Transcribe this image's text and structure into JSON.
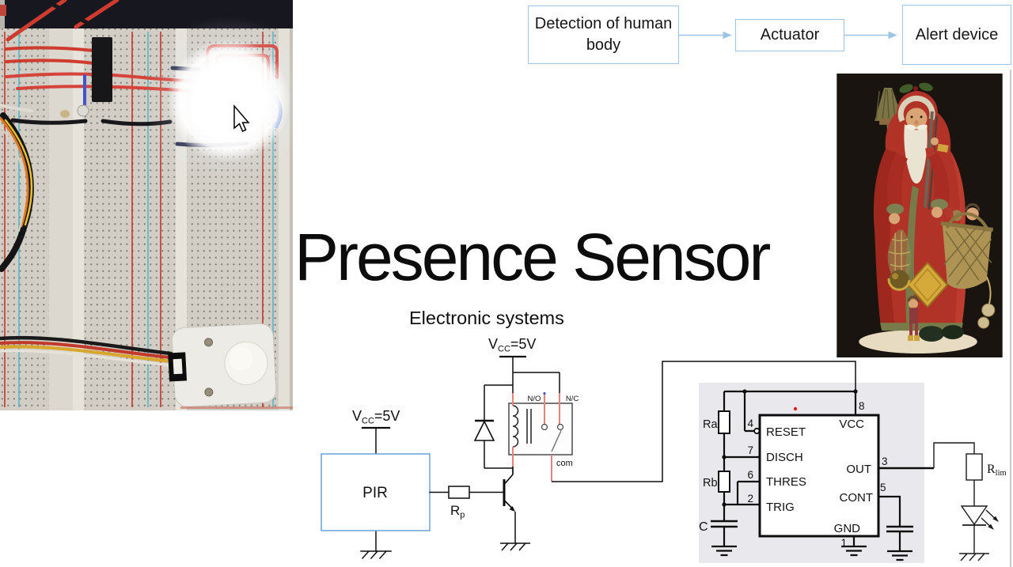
{
  "slide": {
    "title": "Presence Sensor",
    "subtitle": "Electronic systems"
  },
  "flow_diagram": {
    "boxes": [
      {
        "label": "Detection of human body"
      },
      {
        "label": "Actuator"
      },
      {
        "label": "Alert device"
      }
    ]
  },
  "pir_stage": {
    "vcc_v": "V",
    "vcc_sub": "CC",
    "vcc_val": "=5V",
    "block_label": "PIR",
    "resistor_r": "R",
    "resistor_sub": "p"
  },
  "relay_stage": {
    "vcc_v": "V",
    "vcc_sub": "CC",
    "vcc_val": "=5V",
    "no_label": "N/O",
    "nc_label": "N/C",
    "com_label": "com"
  },
  "timer_circuit": {
    "ra_label": "Ra",
    "rb_label": "Rb",
    "cap_label": "C",
    "pins": [
      {
        "num": "4",
        "name": "RESET"
      },
      {
        "num": "7",
        "name": "DISCH"
      },
      {
        "num": "6",
        "name": "THRES"
      },
      {
        "num": "2",
        "name": "TRIG"
      },
      {
        "num": "8",
        "name": "VCC"
      },
      {
        "num": "3",
        "name": "OUT"
      },
      {
        "num": "5",
        "name": "CONT"
      },
      {
        "num": "1",
        "name": "GND"
      }
    ]
  },
  "led_stage": {
    "resistor_r": "R",
    "resistor_sub": "lim"
  },
  "colors": {
    "flow_border": "#9dc3e6",
    "pir_box_border": "#6fa8dc",
    "relay_contact_wire": "#e2837e",
    "timer_panel_bg": "#e9e9ed",
    "wire": "#0d0d0d",
    "marker_red_dot": "#e02020",
    "marker_blue_dot": "#4d4dd8"
  }
}
